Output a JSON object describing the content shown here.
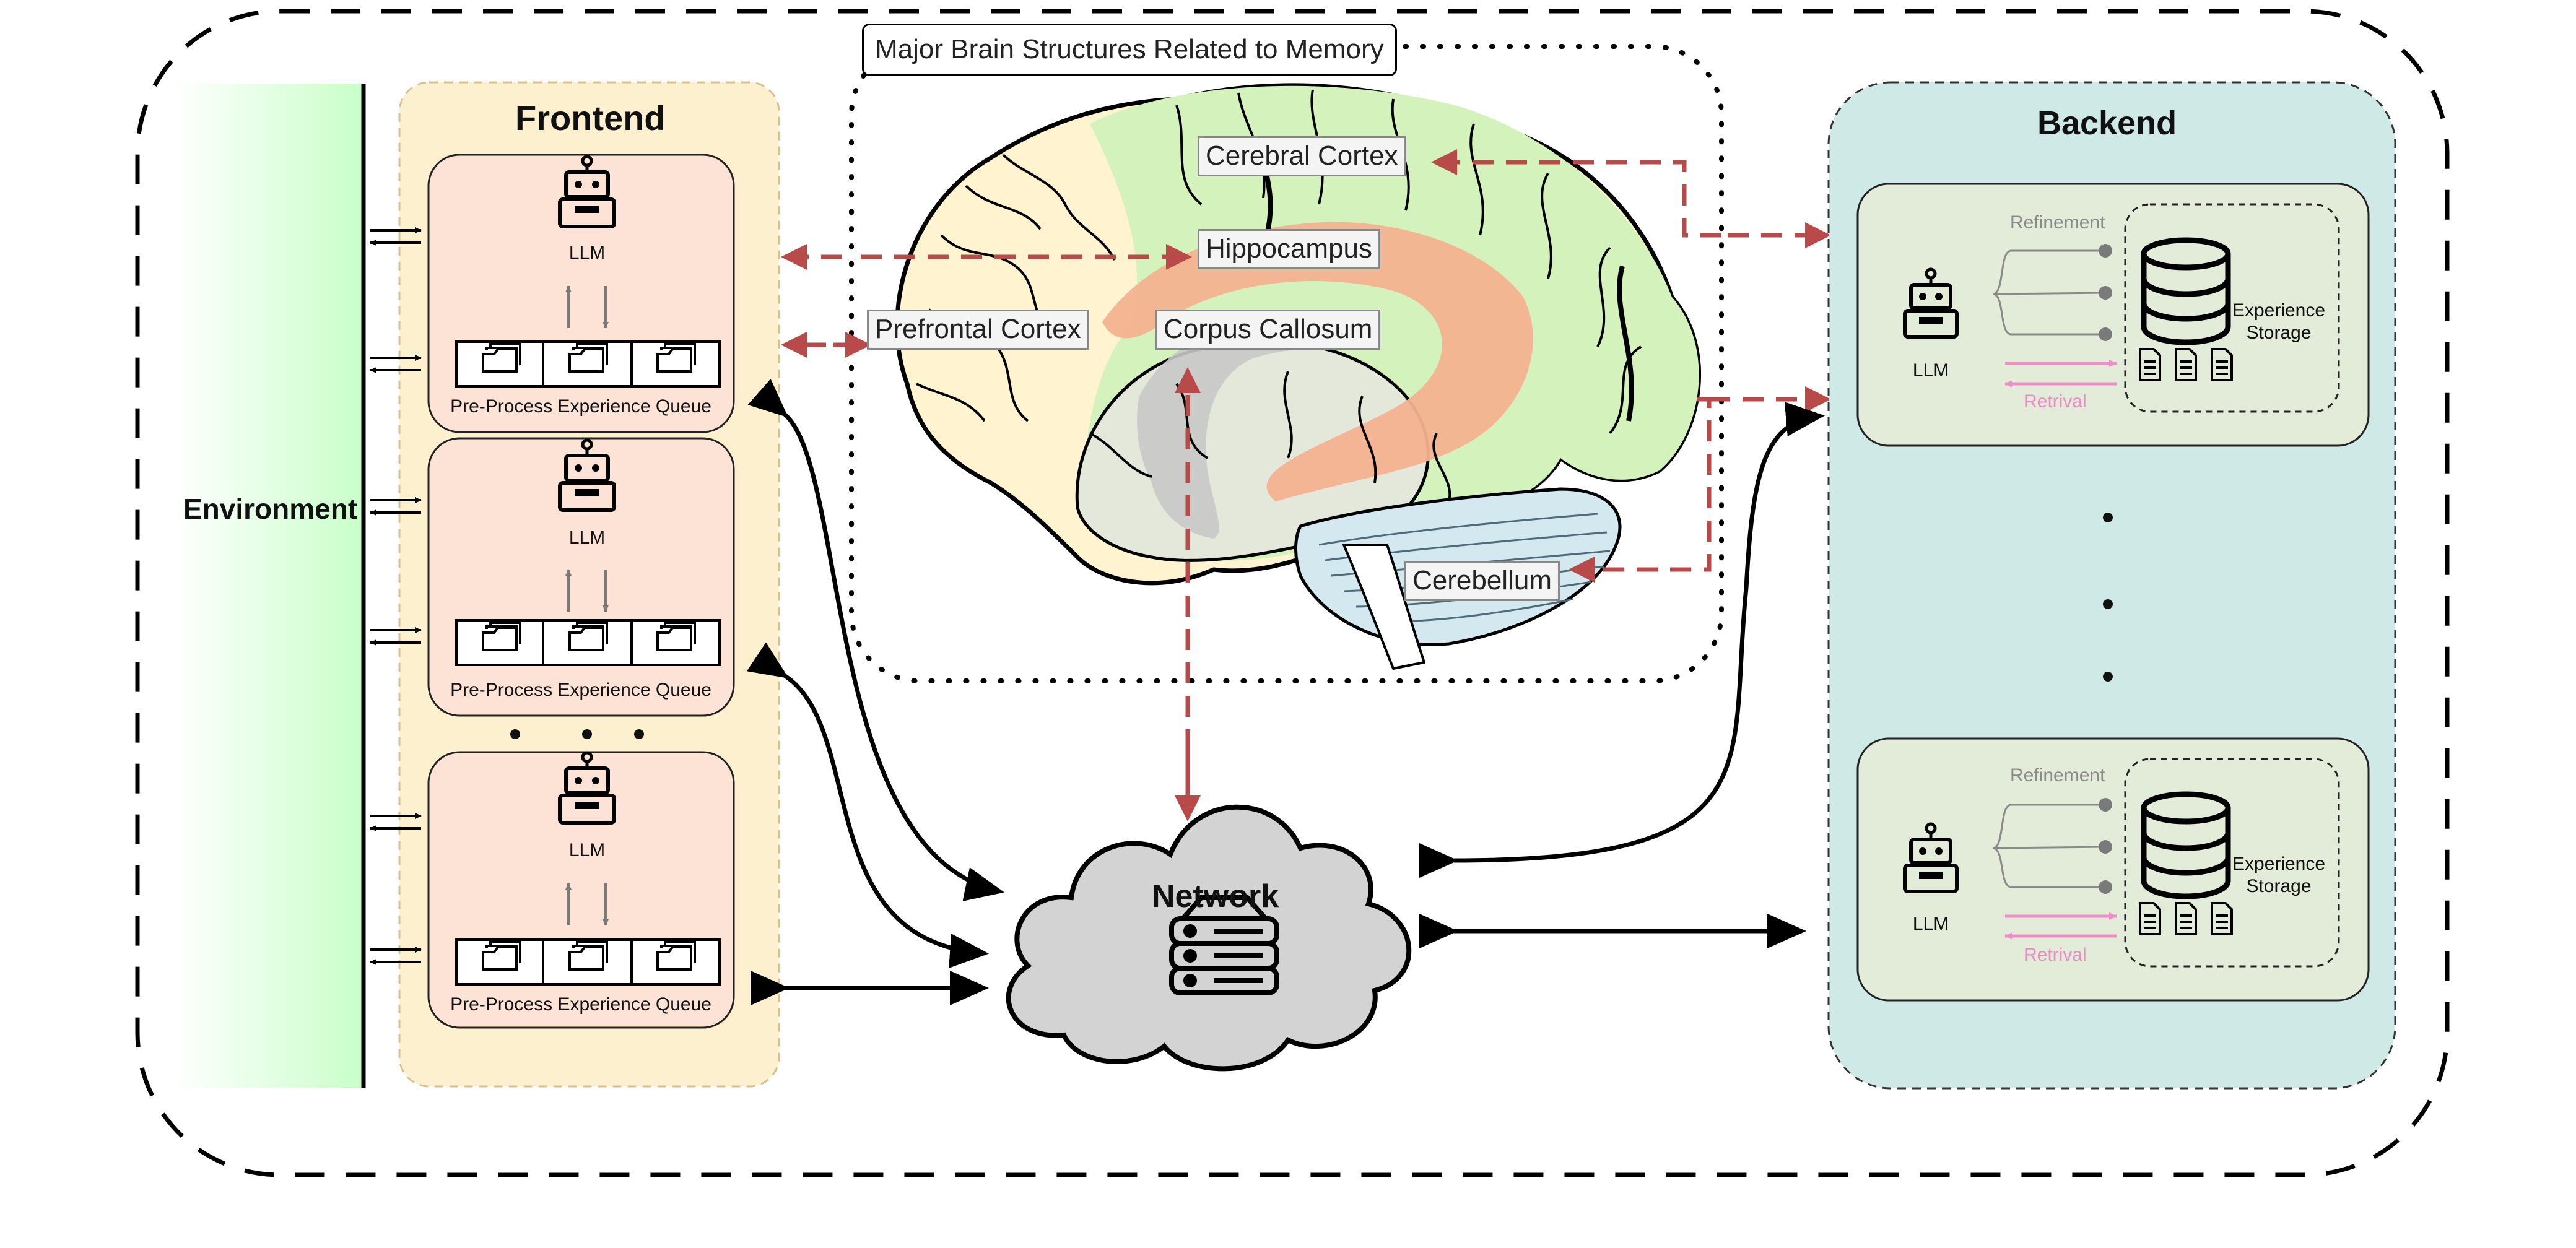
{
  "environment": {
    "label": "Environment"
  },
  "frontend": {
    "title": "Frontend",
    "agents": [
      {
        "llm_label": "LLM",
        "queue_label": "Pre-Process Experience Queue"
      },
      {
        "llm_label": "LLM",
        "queue_label": "Pre-Process Experience Queue"
      },
      {
        "llm_label": "LLM",
        "queue_label": "Pre-Process Experience Queue"
      }
    ]
  },
  "brain": {
    "title": "Major Brain Structures Related to Memory",
    "regions": {
      "cerebral_cortex": "Cerebral Cortex",
      "hippocampus": "Hippocampus",
      "prefrontal_cortex": "Prefrontal Cortex",
      "corpus_callosum": "Corpus Callosum",
      "cerebellum": "Cerebellum"
    }
  },
  "network": {
    "label": "Network"
  },
  "backend": {
    "title": "Backend",
    "units": [
      {
        "llm_label": "LLM",
        "refinement_label": "Refinement",
        "retrival_label": "Retrival",
        "storage_label": "Experience Storage"
      },
      {
        "llm_label": "LLM",
        "refinement_label": "Refinement",
        "retrival_label": "Retrival",
        "storage_label": "Experience Storage"
      }
    ]
  },
  "colors": {
    "environment_gradient_end": "#c8ffc8",
    "frontend_bg": "#fdf0cf",
    "agent_bg": "#fde3d6",
    "backend_bg": "#cfe9e6",
    "backend_unit_bg": "#e3ecd8",
    "brain_arrow": "#b84a4a",
    "network_cloud": "#d3d3d3",
    "retrival_pink": "#f08cc8"
  }
}
